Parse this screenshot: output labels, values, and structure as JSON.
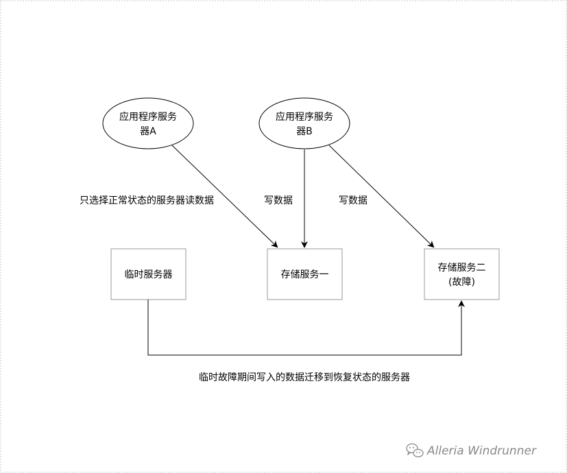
{
  "nodes": {
    "app_server_a": {
      "lines": [
        "应用程序服务",
        "器A"
      ]
    },
    "app_server_b": {
      "lines": [
        "应用程序服务",
        "器B"
      ]
    },
    "temp_server": {
      "lines": [
        "临时服务器"
      ]
    },
    "storage_one": {
      "lines": [
        "存储服务一"
      ]
    },
    "storage_two": {
      "lines": [
        "存储服务二",
        "(故障)"
      ]
    }
  },
  "edge_labels": {
    "read_healthy": "只选择正常状态的服务器读数据",
    "write_one": "写数据",
    "write_two": "写数据",
    "migrate": "临时故障期间写入的数据迁移到恢复状态的服务器"
  },
  "watermark": {
    "text": "Alleria Windrunner",
    "icon": "wechat-icon"
  },
  "colors": {
    "stroke": "#000000",
    "box_stroke": "#999999",
    "border": "#c8c8c8",
    "watermark": "#888888"
  }
}
